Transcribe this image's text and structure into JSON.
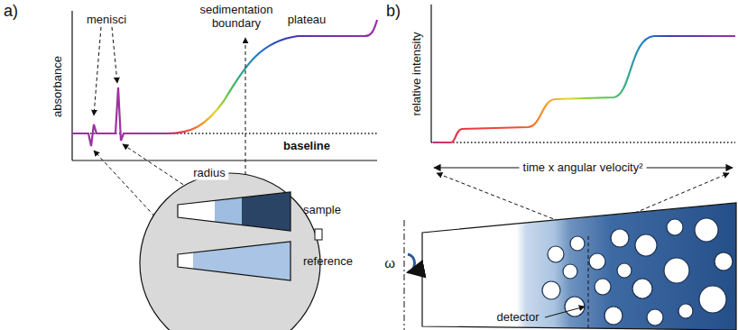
{
  "diagram": {
    "labels": [
      "a)",
      "menisci",
      "sedimentation boundary",
      "plateau",
      "absorbance",
      "radius",
      "baseline",
      "sample",
      "reference",
      "b)",
      "relative intensity",
      "time x angular velocity²",
      "ω",
      "detector"
    ]
  }
}
